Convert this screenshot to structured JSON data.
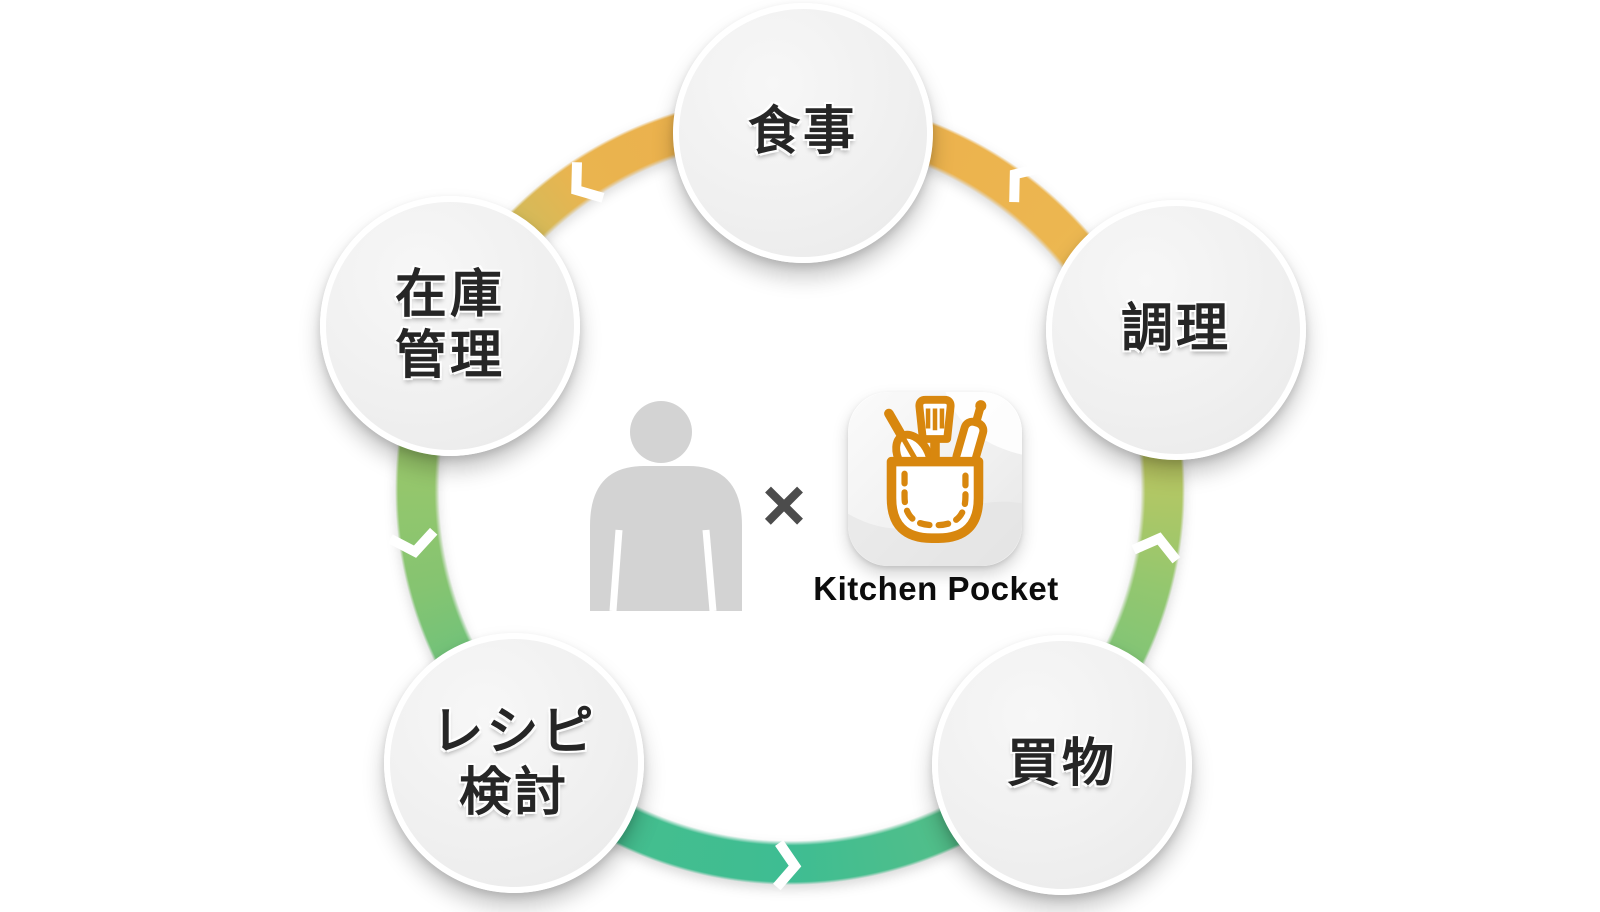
{
  "diagram": {
    "type": "cycle",
    "flow_direction": "counter-clockwise",
    "nodes": [
      {
        "id": "meal",
        "line1": "食事",
        "line2": "",
        "position": "top"
      },
      {
        "id": "cooking",
        "line1": "調理",
        "line2": "",
        "position": "right"
      },
      {
        "id": "shopping",
        "line1": "買物",
        "line2": "",
        "position": "bottom-right"
      },
      {
        "id": "recipe-review",
        "line1": "レシピ",
        "line2": "検討",
        "position": "bottom-left"
      },
      {
        "id": "stock-management",
        "line1": "在庫",
        "line2": "管理",
        "position": "top-left"
      }
    ],
    "sequence": [
      "食事",
      "在庫管理",
      "レシピ検討",
      "買物",
      "調理"
    ],
    "center": {
      "person_icon": "person-silhouette-icon",
      "operator": "×",
      "app_icon": "kitchen-pocket-app-icon",
      "app_label": "Kitchen Pocket"
    },
    "colors": {
      "ring_orange": "#ECB04C",
      "ring_yellow_green": "#A5C967",
      "ring_green": "#6EC17F",
      "ring_teal": "#3EBD92",
      "app_icon_orange": "#D8870E",
      "node_fill": "#F1F1F1",
      "label_color": "#262626",
      "person_gray": "#D3D3D3",
      "multiply_gray": "#4C4C4C"
    }
  }
}
